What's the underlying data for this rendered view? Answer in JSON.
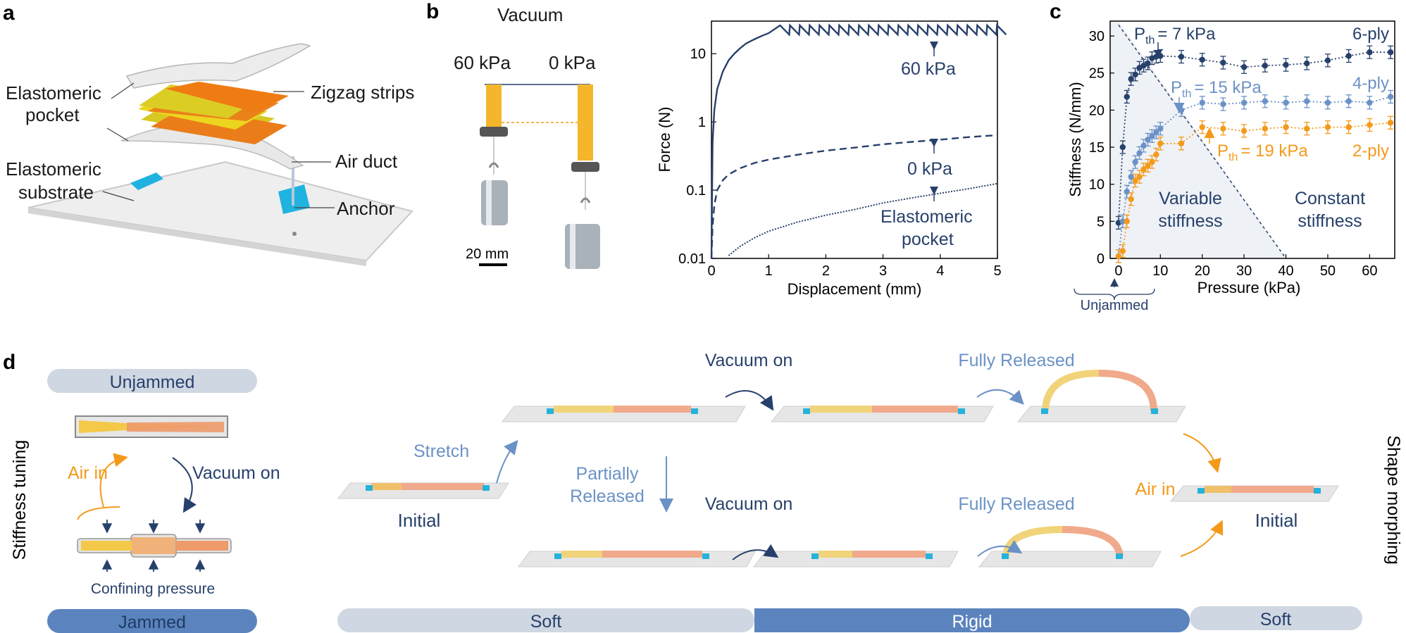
{
  "panels": {
    "a": "a",
    "b": "b",
    "c": "c",
    "d": "d"
  },
  "panel_a": {
    "labels": {
      "pocket": [
        "Elastomeric",
        "pocket"
      ],
      "zigzag": "Zigzag strips",
      "airduct": "Air duct",
      "substrate": [
        "Elastomeric",
        "substrate"
      ],
      "anchor": "Anchor"
    }
  },
  "panel_b_photo": {
    "title": "Vacuum",
    "left_pressure": "60 kPa",
    "right_pressure": "0 kPa",
    "scalebar": "20 mm"
  },
  "panel_b_chart": {
    "chart_data": {
      "type": "line",
      "xlabel": "Displacement (mm)",
      "ylabel": "Force (N)",
      "xlim": [
        0,
        5
      ],
      "ylim": [
        0.01,
        30
      ],
      "yscale": "log",
      "xticks": [
        "0",
        "1",
        "2",
        "3",
        "4",
        "5"
      ],
      "yticks": [
        "0.01",
        "0.1",
        "1",
        "10"
      ],
      "series": [
        {
          "name": "60 kPa",
          "style": "solid",
          "x": [
            0,
            0.02,
            0.05,
            0.1,
            0.2,
            0.3,
            0.4,
            0.5,
            0.6,
            0.7,
            0.8,
            0.9,
            1.0,
            1.2,
            1.5,
            2,
            2.5,
            3,
            3.5,
            4,
            4.5,
            5
          ],
          "y": [
            0.01,
            0.5,
            1.5,
            3,
            5.5,
            8,
            10,
            12,
            14,
            15.5,
            17,
            18.5,
            20,
            22,
            23,
            23,
            23,
            23,
            23,
            23,
            23,
            23
          ]
        },
        {
          "name": "0 kPa",
          "style": "dashed",
          "x": [
            0,
            0.02,
            0.05,
            0.1,
            0.2,
            0.3,
            0.5,
            0.75,
            1,
            1.5,
            2,
            2.5,
            3,
            3.5,
            4,
            4.5,
            5
          ],
          "y": [
            0.01,
            0.03,
            0.06,
            0.1,
            0.14,
            0.17,
            0.21,
            0.25,
            0.28,
            0.33,
            0.38,
            0.42,
            0.47,
            0.51,
            0.55,
            0.6,
            0.64
          ]
        },
        {
          "name": "Elastomeric pocket",
          "style": "dotted",
          "x": [
            0.3,
            0.5,
            0.75,
            1,
            1.5,
            2,
            2.5,
            3,
            3.5,
            4,
            4.5,
            5
          ],
          "y": [
            0.011,
            0.015,
            0.02,
            0.025,
            0.034,
            0.043,
            0.052,
            0.065,
            0.077,
            0.09,
            0.105,
            0.125
          ]
        }
      ],
      "annotations": [
        "60 kPa",
        "0 kPa",
        "Elastomeric",
        "pocket"
      ]
    }
  },
  "panel_c_chart": {
    "chart_data": {
      "type": "scatter",
      "xlabel": "Pressure (kPa)",
      "ylabel": "Stiffness (N/mm)",
      "xlim": [
        -2,
        66
      ],
      "ylim": [
        0,
        32
      ],
      "xticks": [
        "0",
        "10",
        "20",
        "30",
        "40",
        "50",
        "60"
      ],
      "yticks": [
        "0",
        "5",
        "10",
        "15",
        "20",
        "25",
        "30"
      ],
      "series": [
        {
          "name": "6-ply",
          "color": "#27406b",
          "x": [
            0,
            1,
            2,
            3,
            4,
            5,
            6,
            7,
            8,
            9,
            10,
            15,
            20,
            25,
            30,
            35,
            40,
            45,
            50,
            55,
            60,
            65
          ],
          "y": [
            4.8,
            15,
            21.8,
            24.2,
            24.8,
            25.7,
            26,
            26.3,
            27,
            27.2,
            27.3,
            27.2,
            26.8,
            26.4,
            25.8,
            26,
            26.1,
            26.3,
            26.7,
            27.3,
            27.8,
            27.8
          ]
        },
        {
          "name": "4-ply",
          "color": "#6b92c6",
          "x": [
            0,
            1,
            2,
            3,
            4,
            5,
            6,
            7,
            8,
            9,
            10,
            15,
            20,
            25,
            30,
            35,
            40,
            45,
            50,
            55,
            60,
            65
          ],
          "y": [
            0.3,
            5,
            9,
            11,
            13,
            14.2,
            15.2,
            16,
            16.5,
            17,
            17.5,
            20,
            21,
            20.8,
            21,
            21.2,
            21,
            21.2,
            21,
            21.2,
            21,
            21.8
          ]
        },
        {
          "name": "2-ply",
          "color": "#f39a1b",
          "x": [
            0,
            1,
            2,
            3,
            4,
            5,
            6,
            7,
            8,
            9,
            10,
            15,
            20,
            25,
            30,
            35,
            40,
            45,
            50,
            55,
            60,
            65
          ],
          "y": [
            0.3,
            1,
            5,
            8,
            10.5,
            11,
            12,
            12.5,
            13,
            14,
            15.5,
            15.5,
            17.7,
            17.5,
            17.2,
            17.5,
            17.7,
            17.5,
            17.7,
            17.7,
            18,
            18.3
          ]
        }
      ],
      "annotations": {
        "p6": [
          "P",
          "th",
          "= 7 kPa"
        ],
        "p4": [
          "P",
          "th",
          "= 15 kPa"
        ],
        "p2": [
          "P",
          "th",
          "= 19 kPa"
        ],
        "legend6": "6-ply",
        "legend4": "4-ply",
        "legend2": "2-ply",
        "variable": [
          "Variable",
          "stiffness"
        ],
        "constant": [
          "Constant",
          "stiffness"
        ],
        "unjammed": "Unjammed"
      }
    }
  },
  "panel_d": {
    "left": {
      "unjammed": "Unjammed",
      "jammed": "Jammed",
      "air_in": "Air in",
      "vacuum_on": "Vacuum on",
      "confining": "Confining pressure",
      "side_label": "Stiffness tuning"
    },
    "right_side_label": "Shape morphing",
    "flow": {
      "stretch": "Stretch",
      "partially": [
        "Partially",
        "Released"
      ],
      "vacuum_on_top": "Vacuum on",
      "vacuum_on_bottom": "Vacuum on",
      "fully_top": "Fully Released",
      "fully_bottom": "Fully Released",
      "initial_left": "Initial",
      "initial_right": "Initial",
      "air_in": "Air in"
    },
    "bars": {
      "soft1": "Soft",
      "rigid": "Rigid",
      "soft2": "Soft"
    }
  },
  "colors": {
    "navy": "#27406b",
    "mid_blue": "#6b92c6",
    "orange": "#f39a1b",
    "pill_light": "#cfd7e2",
    "pill_dark": "#5b84be"
  }
}
